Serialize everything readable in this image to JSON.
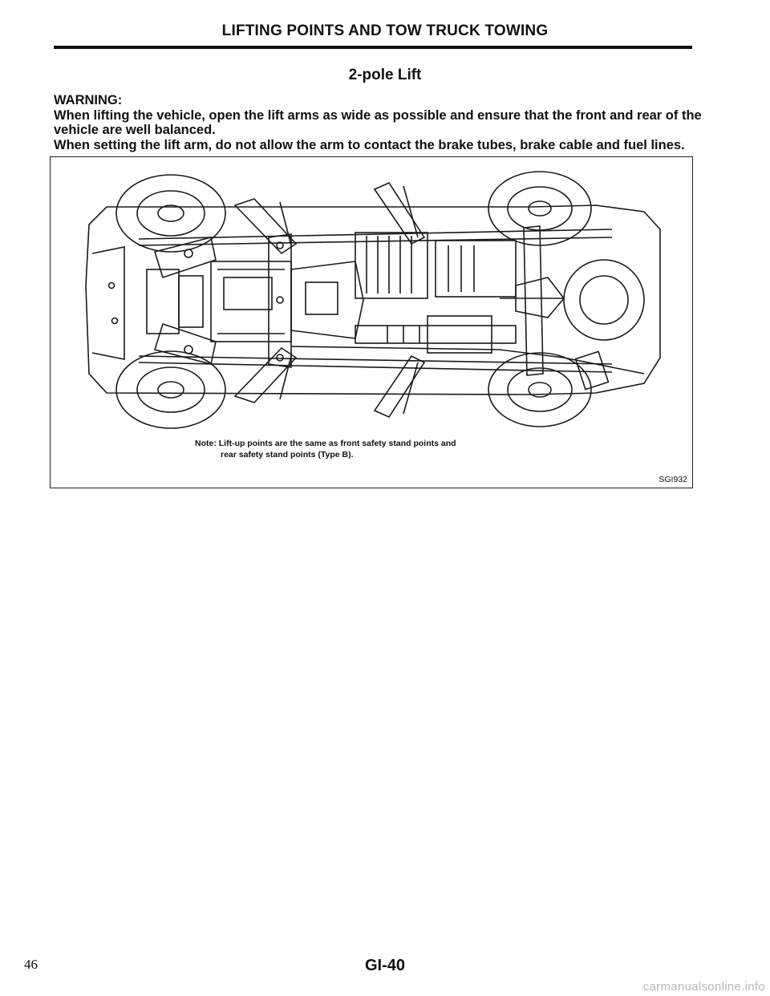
{
  "header": {
    "section_title": "LIFTING POINTS AND TOW TRUCK TOWING",
    "subheading": "2-pole Lift"
  },
  "warning": {
    "label": "WARNING:",
    "line1": "When lifting the vehicle, open the lift arms as wide as possible and ensure that the front and rear of the vehicle are well balanced.",
    "line2": "When setting the lift arm, do not allow the arm to contact the brake tubes, brake cable and fuel lines."
  },
  "figure": {
    "note_line1": "Note: Lift-up points are the same as front safety stand points and",
    "note_line2": "rear safety stand points (Type B).",
    "code": "SGI932"
  },
  "footer": {
    "page_number": "46",
    "page_code": "GI-40",
    "watermark": "carmanualsonline.info"
  }
}
